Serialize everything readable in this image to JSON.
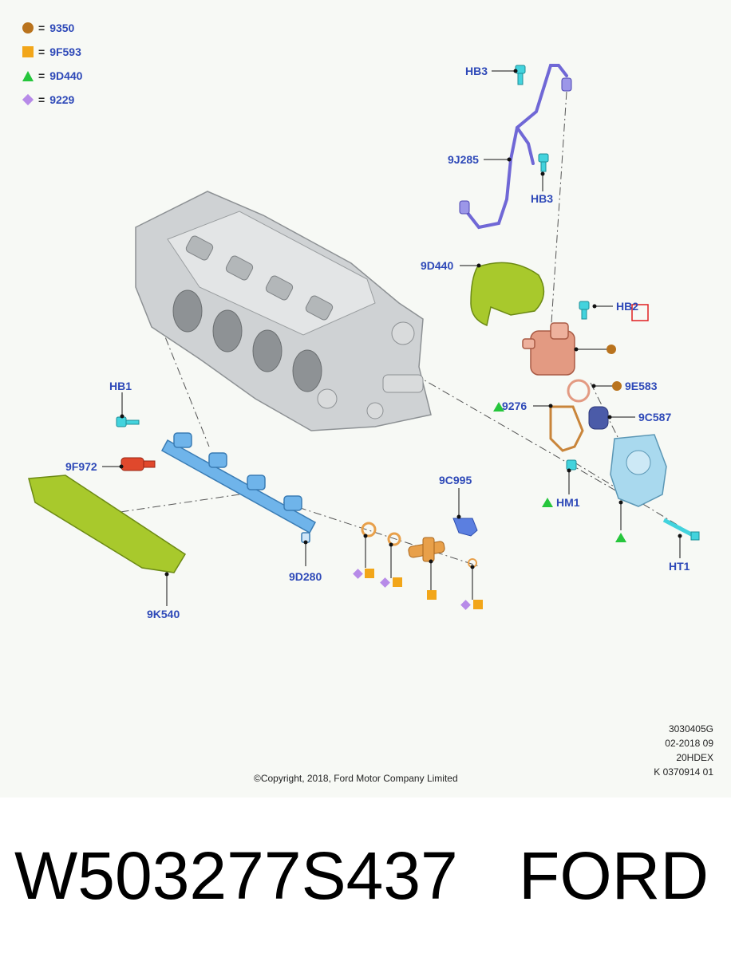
{
  "legend": [
    {
      "symbol": "circle",
      "color": "#b9731d",
      "code": "9350"
    },
    {
      "symbol": "square",
      "color": "#f2a619",
      "code": "9F593"
    },
    {
      "symbol": "triangle",
      "color": "#26c63c",
      "code": "9D440"
    },
    {
      "symbol": "diamond",
      "color": "#b78be8",
      "code": "9229"
    }
  ],
  "labels": {
    "hb3_top": "HB3",
    "fuel_line": "9J285",
    "hb3_lower": "HB3",
    "pump_cover": "9D440",
    "hb2": "HB2",
    "o_ring": "9E583",
    "gasket": "9276",
    "tappet": "9C587",
    "hb1": "HB1",
    "pressure_sensor": "9F972",
    "clip": "9C995",
    "hm1": "HM1",
    "fuel_rail": "9D280",
    "ht1": "HT1",
    "rail_cover": "9K540"
  },
  "colors": {
    "label_blue": "#2e49b8",
    "rail_blue": "#6fb4ea",
    "pump_copper": "#e39a82",
    "cover_green": "#a8c92c",
    "line_purple": "#7068d6",
    "bolt_cyan": "#43d3dd",
    "sensor_red": "#e0482c",
    "injector_orange": "#e8a04a",
    "engine_gray": "#cfd2d4",
    "housing_lightblue": "#a9d9ee",
    "tappet_navy": "#4b5ba8"
  },
  "meta": {
    "code": "3030405G",
    "date": "02-2018 09",
    "engine": "20HDEX",
    "ref": "K 0370914 01"
  },
  "copyright": "©Copyright, 2018, Ford Motor Company Limited",
  "footer": {
    "part_number": "W503277S437",
    "brand": "FORD"
  }
}
